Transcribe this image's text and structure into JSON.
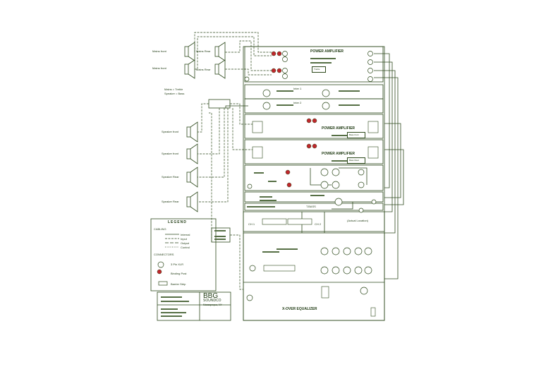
{
  "colors": {
    "line": "#2e4a1c",
    "fill_bar": "#566f45",
    "red": "#c0262c",
    "bg": "#ffffff"
  },
  "speakers_top": [
    "Mains front",
    "Mains front",
    "Mains Rear",
    "Mains Rear"
  ],
  "speakers_left": [
    "Speaker front",
    "Speaker front",
    "Speaker Rear",
    "Speaker Rear"
  ],
  "mains_note": [
    "Mains = Treble",
    "Speaker = Bass"
  ],
  "amp_top": {
    "title": "POWER AMPLIFIER",
    "tag": "Treble"
  },
  "inter1": "Inter 1",
  "inter2": "Inter 2",
  "amp_mid1": {
    "title": "POWER AMPLIFIER",
    "tag": "Bass front"
  },
  "amp_mid2": {
    "title": "POWER AMPLIFIER",
    "tag": "Bass Rear"
  },
  "mixer": {
    "ch1": "CH 1",
    "ch2": "CH 2",
    "note": "(Actual Location)",
    "top": "T.BASS"
  },
  "eq": {
    "title": "X-OVER EQUALIZER"
  },
  "legend": {
    "title": "LEGEND",
    "cabling_head": "CABLING",
    "cabling": [
      "Internal",
      "Input",
      "Output",
      "Control"
    ],
    "connectors_head": "CONNECTORS",
    "connectors": [
      "3 Pin XLR",
      "Binding Post",
      "Barrier Strip"
    ]
  },
  "title_block": {
    "name": "BBG",
    "sub": "SOUNDCO",
    "place": "Massapequa, NY"
  }
}
